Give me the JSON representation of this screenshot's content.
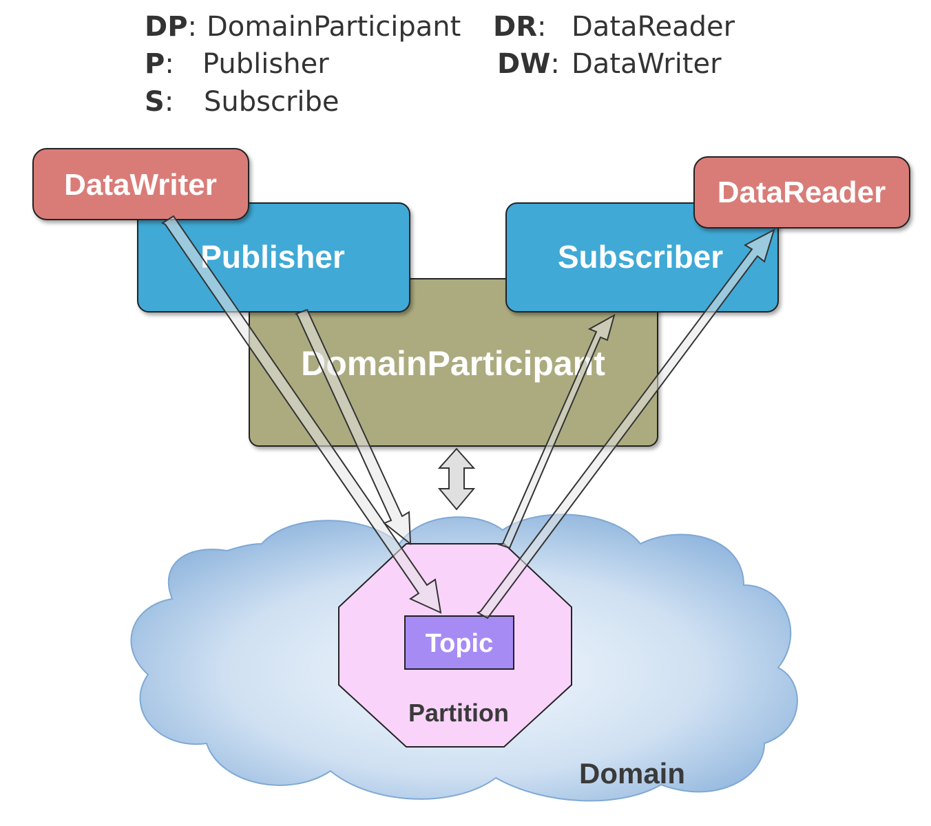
{
  "legend": [
    {
      "abbr": "DP",
      "sep": ":",
      "text": "DomainParticipant"
    },
    {
      "abbr": "P",
      "sep": ":",
      "text": "Publisher"
    },
    {
      "abbr": "S",
      "sep": ":",
      "text": "Subscribe"
    },
    {
      "abbr": "DR",
      "sep": ":",
      "text": "DataReader"
    },
    {
      "abbr": "DW",
      "sep": ":",
      "text": "DataWriter"
    }
  ],
  "boxes": {
    "datawriter": "DataWriter",
    "publisher": "Publisher",
    "domain_participant": "DomainParticipant",
    "subscriber": "Subscriber",
    "datareader": "DataReader",
    "topic": "Topic",
    "partition": "Partition",
    "domain": "Domain"
  },
  "colors": {
    "entity_red": "#d97b78",
    "entity_blue": "#3fa9d6",
    "participant_olive": "#acab7f",
    "partition_pink": "#f9d3f9",
    "topic_purple": "#a78bf5",
    "domain_cloud": "#bcd6ee"
  }
}
